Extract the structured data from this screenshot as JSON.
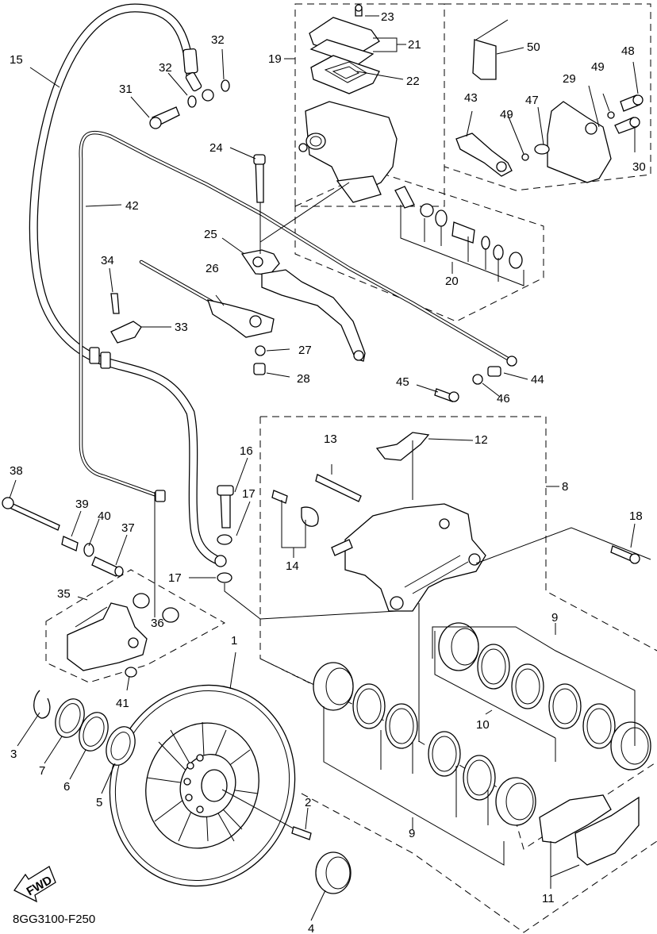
{
  "diagram": {
    "title": "Rear brake caliper / master cylinder exploded view",
    "figure_code": "8GG3100-F250",
    "direction_badge": "FWD",
    "callouts": [
      {
        "id": "c1",
        "label": "1"
      },
      {
        "id": "c2",
        "label": "2"
      },
      {
        "id": "c3",
        "label": "3"
      },
      {
        "id": "c4",
        "label": "4"
      },
      {
        "id": "c5",
        "label": "5"
      },
      {
        "id": "c6",
        "label": "6"
      },
      {
        "id": "c7",
        "label": "7"
      },
      {
        "id": "c8",
        "label": "8"
      },
      {
        "id": "c9a",
        "label": "9"
      },
      {
        "id": "c9b",
        "label": "9"
      },
      {
        "id": "c10",
        "label": "10"
      },
      {
        "id": "c11",
        "label": "11"
      },
      {
        "id": "c12",
        "label": "12"
      },
      {
        "id": "c13",
        "label": "13"
      },
      {
        "id": "c14",
        "label": "14"
      },
      {
        "id": "c15",
        "label": "15"
      },
      {
        "id": "c16",
        "label": "16"
      },
      {
        "id": "c17a",
        "label": "17"
      },
      {
        "id": "c17b",
        "label": "17"
      },
      {
        "id": "c18",
        "label": "18"
      },
      {
        "id": "c19",
        "label": "19"
      },
      {
        "id": "c20",
        "label": "20"
      },
      {
        "id": "c21",
        "label": "21"
      },
      {
        "id": "c22",
        "label": "22"
      },
      {
        "id": "c23",
        "label": "23"
      },
      {
        "id": "c24",
        "label": "24"
      },
      {
        "id": "c25",
        "label": "25"
      },
      {
        "id": "c26",
        "label": "26"
      },
      {
        "id": "c27",
        "label": "27"
      },
      {
        "id": "c28",
        "label": "28"
      },
      {
        "id": "c29",
        "label": "29"
      },
      {
        "id": "c30",
        "label": "30"
      },
      {
        "id": "c31",
        "label": "31"
      },
      {
        "id": "c32a",
        "label": "32"
      },
      {
        "id": "c32b",
        "label": "32"
      },
      {
        "id": "c33",
        "label": "33"
      },
      {
        "id": "c34",
        "label": "34"
      },
      {
        "id": "c35",
        "label": "35"
      },
      {
        "id": "c36",
        "label": "36"
      },
      {
        "id": "c37",
        "label": "37"
      },
      {
        "id": "c38",
        "label": "38"
      },
      {
        "id": "c39",
        "label": "39"
      },
      {
        "id": "c40",
        "label": "40"
      },
      {
        "id": "c41",
        "label": "41"
      },
      {
        "id": "c42",
        "label": "42"
      },
      {
        "id": "c43",
        "label": "43"
      },
      {
        "id": "c44",
        "label": "44"
      },
      {
        "id": "c45",
        "label": "45"
      },
      {
        "id": "c46",
        "label": "46"
      },
      {
        "id": "c47",
        "label": "47"
      },
      {
        "id": "c48",
        "label": "48"
      },
      {
        "id": "c49a",
        "label": "49"
      },
      {
        "id": "c49b",
        "label": "49"
      },
      {
        "id": "c50",
        "label": "50"
      }
    ]
  }
}
